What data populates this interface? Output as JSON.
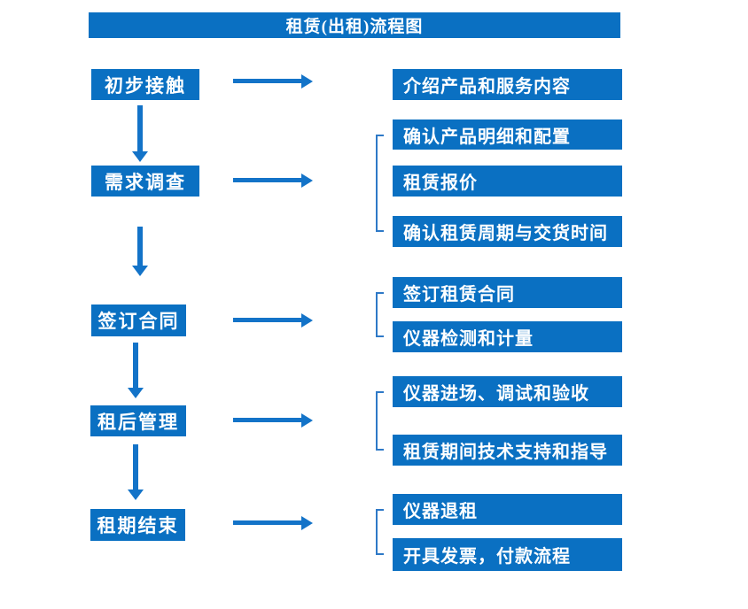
{
  "title": "租赁(出租)流程图",
  "colors": {
    "box": "#0a70c2",
    "arrow": "#1373c8",
    "bracket": "#2e79c7",
    "text": "#ffffff",
    "background": "#ffffff"
  },
  "stages": [
    {
      "label": "初步接触",
      "outputs": [
        "介绍产品和服务内容"
      ]
    },
    {
      "label": "需求调查",
      "outputs": [
        "确认产品明细和配置",
        "租赁报价",
        "确认租赁周期与交货时间"
      ]
    },
    {
      "label": "签订合同",
      "outputs": [
        "签订租赁合同",
        "仪器检测和计量"
      ]
    },
    {
      "label": "租后管理",
      "outputs": [
        "仪器进场、调试和验收",
        "租赁期间技术支持和指导"
      ]
    },
    {
      "label": "租期结束",
      "outputs": [
        "仪器退租",
        "开具发票，付款流程"
      ]
    }
  ]
}
